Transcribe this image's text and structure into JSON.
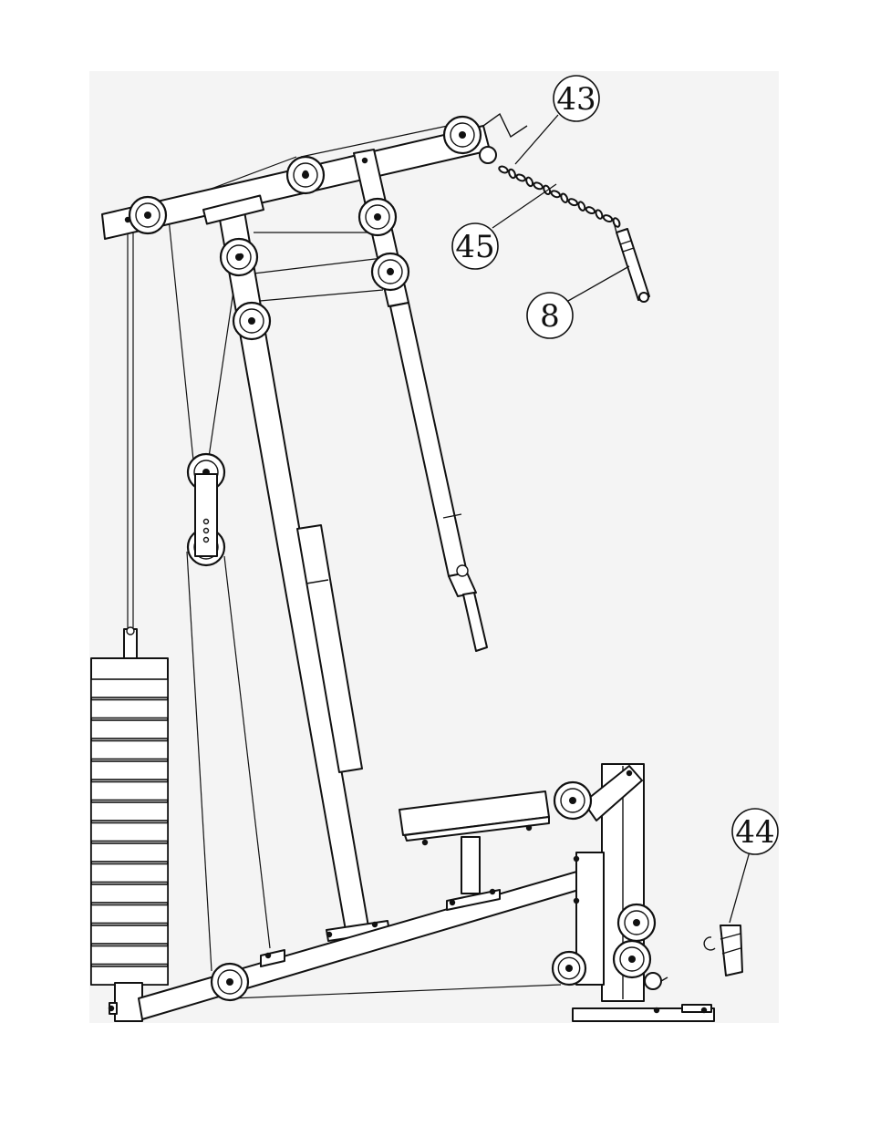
{
  "diagram": {
    "background": "#f4f4f4",
    "line_color": "#111111",
    "parts": [
      {
        "id": "part-43",
        "label": "43"
      },
      {
        "id": "part-45",
        "label": "45"
      },
      {
        "id": "part-8",
        "label": "8"
      },
      {
        "id": "part-44",
        "label": "44"
      }
    ]
  }
}
